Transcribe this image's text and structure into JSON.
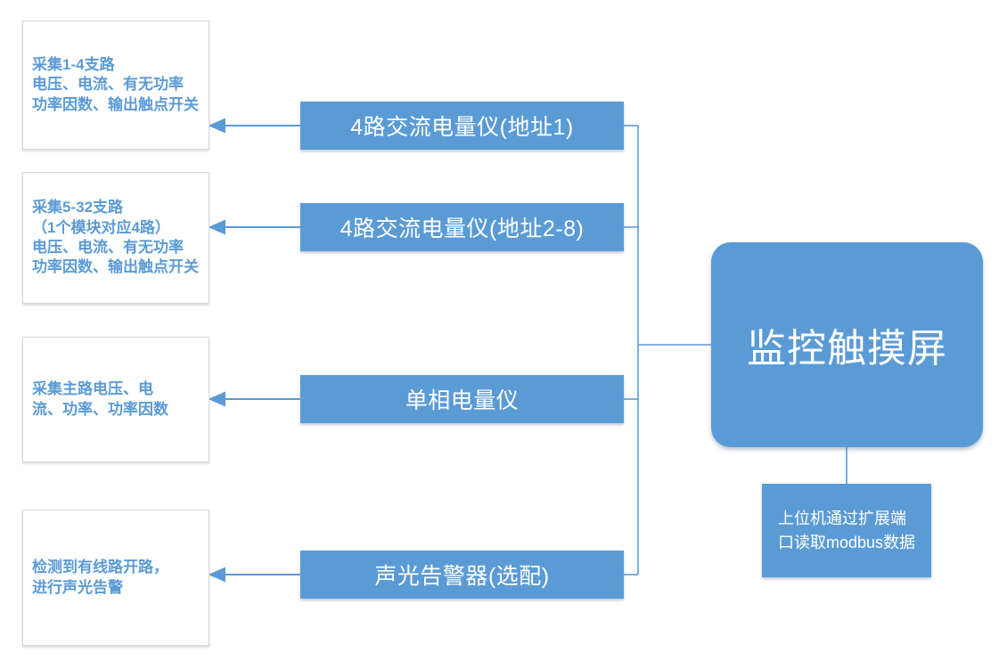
{
  "diagram": {
    "title": "monitoring-touchscreen-architecture",
    "notes": [
      {
        "text": "采集1-4支路\n电压、电流、有无功率\n功率因数、输出触点开关"
      },
      {
        "text": "采集5-32支路\n（1个模块对应4路）\n电压、电流、有无功率\n功率因数、输出触点开关"
      },
      {
        "text": "采集主路电压、电\n流、功率、功率因数"
      },
      {
        "text": "检测到有线路开路，\n进行声光告警"
      }
    ],
    "devices": [
      {
        "label": "4路交流电量仪(地址1)"
      },
      {
        "label": "4路交流电量仪(地址2-8)"
      },
      {
        "label": "单相电量仪"
      },
      {
        "label": "声光告警器(选配)"
      }
    ],
    "hub": {
      "label": "监控触摸屏"
    },
    "host_note": {
      "label": "上位机通过扩展端\n口读取modbus数据"
    },
    "colors": {
      "accent_blue": "#5b9bd5",
      "note_border": "#d6d6d6",
      "note_text": "#5b9bd5",
      "connector": "#5b9bd5"
    }
  }
}
